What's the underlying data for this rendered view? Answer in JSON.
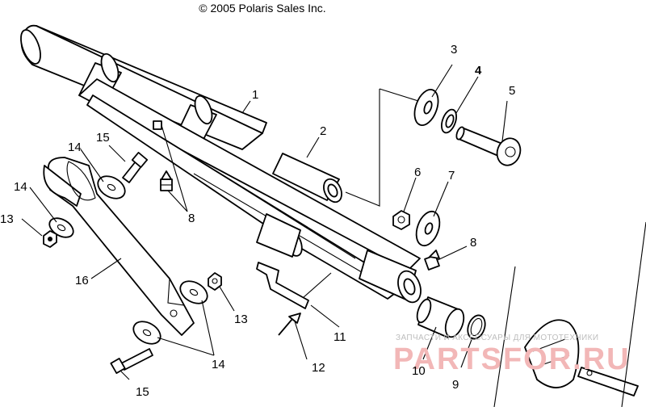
{
  "copyright": "© 2005 Polaris Sales Inc.",
  "watermark": {
    "top_line": "ЗАПЧАСТИ И АКСЕССУАРЫ ДЛЯ МОТОТЕХНИКИ",
    "brand": "PARTSFOR.RU"
  },
  "callouts": [
    {
      "id": "c1",
      "label": "1"
    },
    {
      "id": "c2",
      "label": "2"
    },
    {
      "id": "c3",
      "label": "3"
    },
    {
      "id": "c4",
      "label": "4"
    },
    {
      "id": "c5",
      "label": "5"
    },
    {
      "id": "c6",
      "label": "6"
    },
    {
      "id": "c7",
      "label": "7"
    },
    {
      "id": "c8a",
      "label": "8"
    },
    {
      "id": "c8b",
      "label": "8"
    },
    {
      "id": "c9",
      "label": "9"
    },
    {
      "id": "c10",
      "label": "10"
    },
    {
      "id": "c11",
      "label": "11"
    },
    {
      "id": "c12",
      "label": "12"
    },
    {
      "id": "c13a",
      "label": "13"
    },
    {
      "id": "c13b",
      "label": "13"
    },
    {
      "id": "c14a",
      "label": "14"
    },
    {
      "id": "c14b",
      "label": "14"
    },
    {
      "id": "c14c",
      "label": "14"
    },
    {
      "id": "c15a",
      "label": "15"
    },
    {
      "id": "c15b",
      "label": "15"
    },
    {
      "id": "c16",
      "label": "16"
    }
  ]
}
